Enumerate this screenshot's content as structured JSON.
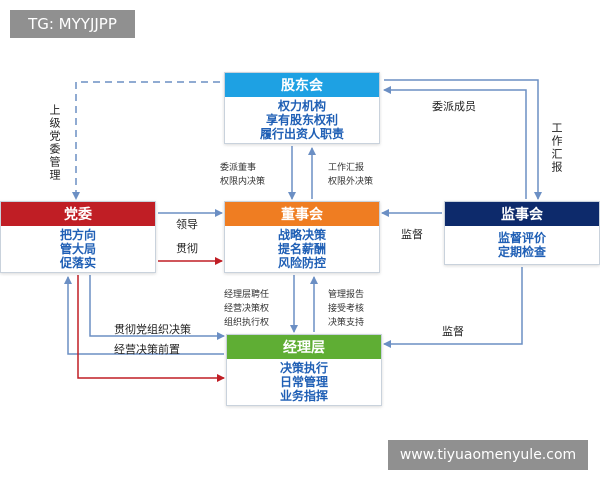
{
  "badges": {
    "tag": "TG: MYYJJPP",
    "watermark": "www.tiyuaomenyule.com"
  },
  "nodes": {
    "shareholders": {
      "title": "股东会",
      "lines": [
        "权力机构",
        "享有股东权利",
        "履行出资人职责"
      ]
    },
    "board": {
      "title": "董事会",
      "lines": [
        "战略决策",
        "提名薪酬",
        "风险防控"
      ]
    },
    "party": {
      "title": "党委",
      "lines": [
        "把方向",
        "管大局",
        "促落实"
      ]
    },
    "supervisory": {
      "title": "监事会",
      "lines": [
        "监督评价",
        "定期检查"
      ]
    },
    "management": {
      "title": "经理层",
      "lines": [
        "决策执行",
        "日常管理",
        "业务指挥"
      ]
    }
  },
  "labels": {
    "party_to_shareholders": "上级党委管理",
    "delegate_members": "委派成员",
    "work_report": "工作汇报",
    "lead": "领导",
    "implement": "贯彻",
    "supervise_board": "监督",
    "supervise_mgmt": "监督",
    "implement_party_decisions": "贯彻党组织决策",
    "pre_decision": "经营决策前置",
    "sh_to_board": [
      "委派董事",
      "权限内决策"
    ],
    "board_to_sh": [
      "工作汇报",
      "权限外决策"
    ],
    "board_to_mgmt": [
      "经理层聘任",
      "经营决策权",
      "组织执行权"
    ],
    "mgmt_to_board": [
      "管理报告",
      "接受考核",
      "决策支持"
    ]
  },
  "colors": {
    "shareholders": "#1ea1e3",
    "board": "#ef7d22",
    "party": "#c01e25",
    "supervisory": "#0d2a6b",
    "management": "#5fae34",
    "arrow_blue": "#6b8fc4",
    "arrow_red": "#c01e25"
  }
}
